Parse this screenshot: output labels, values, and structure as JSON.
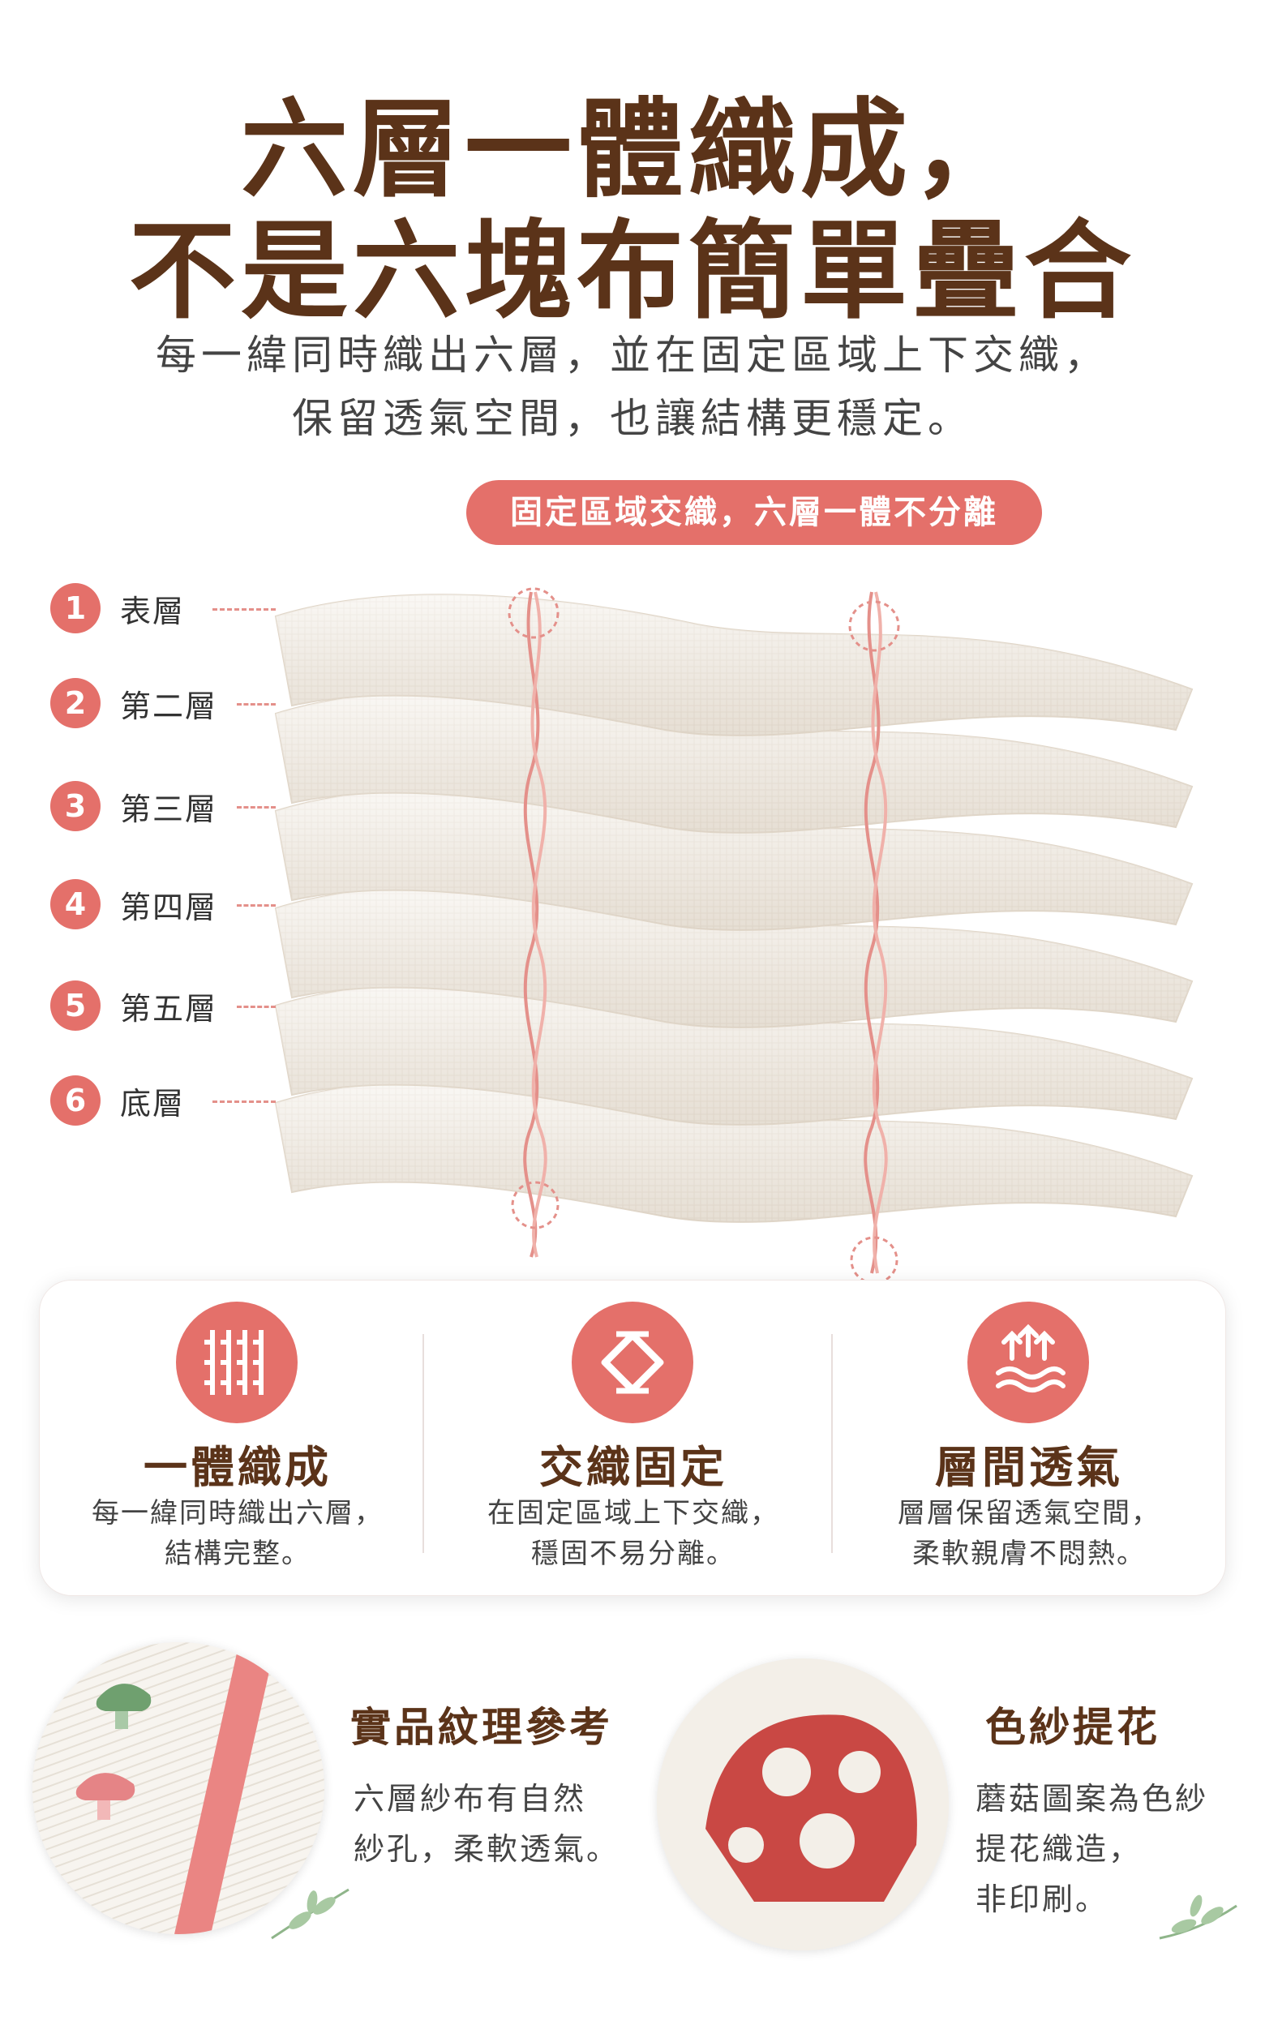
{
  "header": {
    "title_line1": "六層一體織成，",
    "title_line2": "不是六塊布簡單疊合",
    "subtitle_line1": "每一緯同時織出六層，並在固定區域上下交織，",
    "subtitle_line2": "保留透氣空間，也讓結構更穩定。"
  },
  "callout": {
    "label": "固定區域交織，六層一體不分離"
  },
  "layers": [
    {
      "num": "1",
      "label": "表層"
    },
    {
      "num": "2",
      "label": "第二層"
    },
    {
      "num": "3",
      "label": "第三層"
    },
    {
      "num": "4",
      "label": "第四層"
    },
    {
      "num": "5",
      "label": "第五層"
    },
    {
      "num": "6",
      "label": "底層"
    }
  ],
  "features": [
    {
      "icon": "weave-grid-icon",
      "title": "一體織成",
      "desc_line1": "每一緯同時織出六層，",
      "desc_line2": "結構完整。"
    },
    {
      "icon": "knot-icon",
      "title": "交織固定",
      "desc_line1": "在固定區域上下交織，",
      "desc_line2": "穩固不易分離。"
    },
    {
      "icon": "airflow-icon",
      "title": "層間透氣",
      "desc_line1": "層層保留透氣空間，",
      "desc_line2": "柔軟親膚不悶熱。"
    }
  ],
  "bottom": {
    "left": {
      "title": "實品紋理參考",
      "desc_line1": "六層紗布有自然",
      "desc_line2": "紗孔，柔軟透氣。"
    },
    "right": {
      "title": "色紗提花",
      "desc_line1": "蘑菇圖案為色紗",
      "desc_line2": "提花織造，",
      "desc_line3": "非印刷。"
    }
  },
  "colors": {
    "accent": "#e4706a",
    "title_brown": "#5b3319",
    "fabric": "#f1ebe2"
  }
}
